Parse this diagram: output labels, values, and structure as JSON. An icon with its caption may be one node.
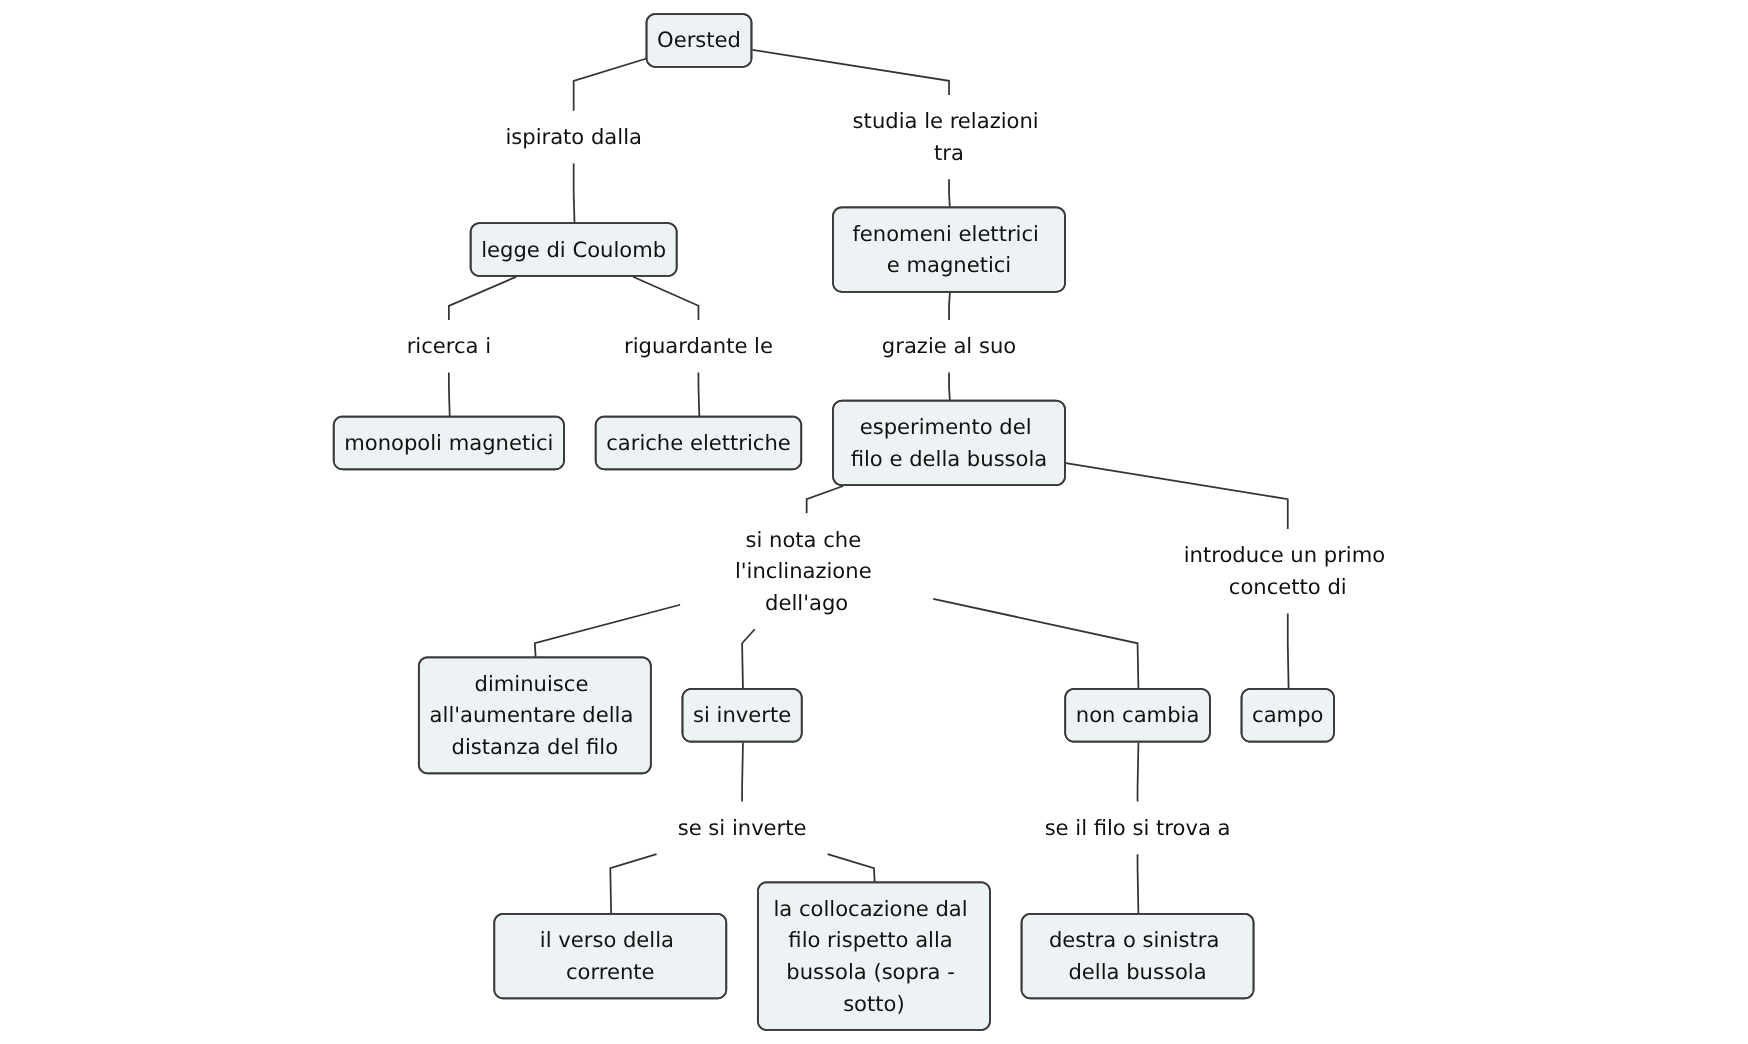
{
  "diagram": {
    "nodes": [
      {
        "text": [
          "Oersted"
        ]
      },
      {
        "text": [
          "studia le relazioni tra"
        ]
      },
      {
        "text": [
          "ispirato dalla"
        ]
      },
      {
        "text": [
          "fenomeni elettrici e magnetici"
        ]
      },
      {
        "text": [
          "legge di Coulomb"
        ]
      },
      {
        "text": [
          "grazie al suo"
        ]
      },
      {
        "text": [
          "ricerca i"
        ]
      },
      {
        "text": [
          "riguardante le"
        ]
      },
      {
        "text": [
          "monopoli magnetici"
        ]
      },
      {
        "text": [
          "cariche elettriche"
        ]
      },
      {
        "text": [
          "esperimento del filo e della bussola"
        ]
      },
      {
        "text": [
          "si nota che l'inclinazione dell'ago"
        ]
      },
      {
        "text": [
          "introduce un primo concetto di"
        ]
      },
      {
        "text": [
          "diminuisce all'aumentare della distanza del filo"
        ]
      },
      {
        "text": [
          "si inverte"
        ]
      },
      {
        "text": [
          "non cambia"
        ]
      },
      {
        "text": [
          "se si inverte"
        ]
      },
      {
        "text": [
          "se il filo si trova a"
        ]
      },
      {
        "text": [
          "il verso della corrente"
        ]
      },
      {
        "text": [
          "la collocazione dal filo rispetto alla bussola (sopra - sotto)"
        ]
      },
      {
        "text": [
          "destra o sinistra della bussola"
        ]
      },
      {
        "text": [
          "campo"
        ]
      }
    ],
    "edges": [
      {
        "from": 0,
        "to": 2,
        "arrow": "none"
      },
      {
        "from": 2,
        "to": 4,
        "arrow": "none"
      },
      {
        "from": 4,
        "to": 6,
        "arrow": "none"
      },
      {
        "from": 6,
        "to": 8,
        "arrow": "none"
      },
      {
        "from": 4,
        "to": 7,
        "arrow": "none"
      },
      {
        "from": 7,
        "to": 9,
        "arrow": "none"
      },
      {
        "from": 0,
        "to": 1,
        "arrow": "none"
      },
      {
        "from": 1,
        "to": 3,
        "arrow": "none"
      },
      {
        "from": 3,
        "to": 5,
        "arrow": "none"
      },
      {
        "from": 5,
        "to": 10,
        "arrow": "none"
      },
      {
        "from": 10,
        "to": 11,
        "arrow": "none"
      },
      {
        "from": 10,
        "to": 12,
        "arrow": "none"
      },
      {
        "from": 11,
        "to": 13,
        "arrow": "none"
      },
      {
        "from": 11,
        "to": 14,
        "arrow": "none"
      },
      {
        "from": 11,
        "to": 15,
        "arrow": "none"
      },
      {
        "from": 14,
        "to": 16,
        "arrow": "none"
      },
      {
        "from": 16,
        "to": 18,
        "arrow": "none"
      },
      {
        "from": 16,
        "to": 19,
        "arrow": "none"
      },
      {
        "from": 15,
        "to": 17,
        "arrow": "none"
      },
      {
        "from": 17,
        "to": 20,
        "arrow": "none"
      },
      {
        "from": 12,
        "to": 21,
        "arrow": "none"
      }
    ]
  }
}
